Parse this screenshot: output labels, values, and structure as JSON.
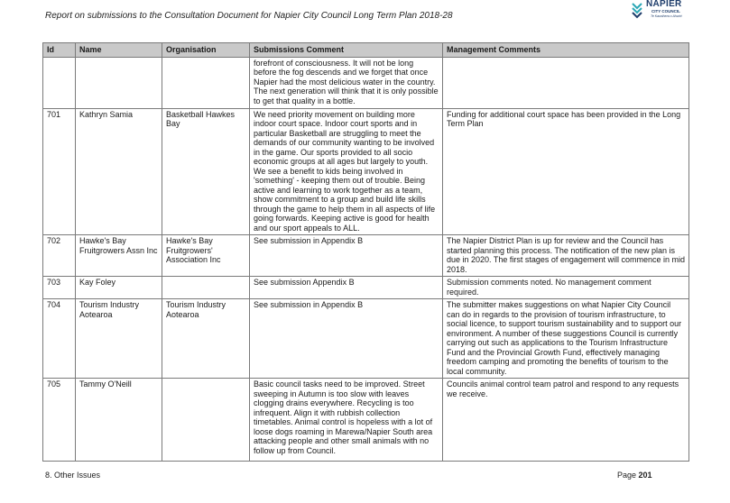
{
  "header": {
    "title": "Report on submissions to the Consultation Document for Napier City Council Long Term Plan 2018-28",
    "logo_name": "NAPIER",
    "logo_sub": "CITY COUNCIL",
    "logo_tagline": "Te Kaunihera o Ahuriri",
    "logo_color": "#1e3d6b",
    "logo_accent": "#2aa7b5"
  },
  "table": {
    "columns": [
      "Id",
      "Name",
      "Organisation",
      "Submissions Comment",
      "Management Comments"
    ],
    "rows": [
      {
        "id": "",
        "name": "",
        "organisation": "",
        "comment": "forefront of consciousness. It will not be long before the fog descends and we forget that once Napier had the most delicious water in the country. The next generation will think that it is only possible to get that quality in a bottle.",
        "management": ""
      },
      {
        "id": "701",
        "name": "Kathryn Samia",
        "organisation": "Basketball Hawkes Bay",
        "comment": "We need priority movement on building more indoor court space. Indoor court sports and in particular Basketball are struggling to meet the demands of our community wanting to be involved in the game. Our sports provided to all socio economic groups at all ages but largely to youth. We see a benefit to kids being involved in 'something' - keeping them out of trouble. Being active and learning to work together as a team, show commitment to a group and build life skills through the game to help them in all aspects of life going forwards. Keeping active is good for health and our sport appeals to ALL.",
        "management": "Funding for additional court space has been provided in the Long Term Plan"
      },
      {
        "id": "702",
        "name": "Hawke's Bay Fruitgrowers Assn Inc",
        "organisation": "Hawke's Bay Fruitgrowers' Association Inc",
        "comment": "See submission in Appendix B",
        "management": "The Napier District Plan is up for review and the Council has started planning this process. The notification of the new plan is due in 2020. The first stages of engagement will commence in mid 2018."
      },
      {
        "id": "703",
        "name": "Kay Foley",
        "organisation": "",
        "comment": "See submission Appendix B",
        "management": "Submission comments noted. No management comment required."
      },
      {
        "id": "704",
        "name": "Tourism Industry Aotearoa",
        "organisation": "Tourism Industry Aotearoa",
        "comment": "See submission in Appendix B",
        "management": "The submitter makes suggestions on what Napier City Council can do in regards to the provision of tourism infrastructure, to social licence, to support tourism sustainability and to support our environment. A number of these suggestions Council is currently carrying out such as applications to the Tourism Infrastructure Fund and the Provincial Growth Fund, effectively managing freedom camping and promoting the benefits of tourism to the local community."
      },
      {
        "id": "705",
        "name": "Tammy O'Neill",
        "organisation": "",
        "comment": "Basic council tasks need to be improved. Street sweeping in Autumn is too slow with leaves clogging drains everywhere. Recycling is too infrequent. Align it with rubbish collection timetables. Animal control is hopeless with a lot of loose dogs roaming in Marewa/Napier South area attacking people and other small animals with no follow up from Council.",
        "management": "Councils animal control team patrol and respond to any requests we receive."
      }
    ]
  },
  "footer": {
    "section": "8. Other Issues",
    "page_label": "Page",
    "page_number": "201"
  }
}
